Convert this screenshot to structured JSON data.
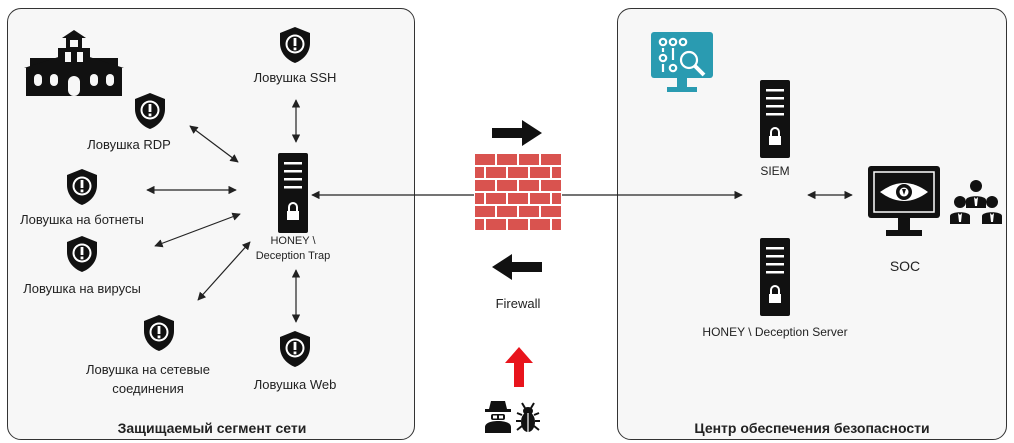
{
  "left_segment": {
    "title": "Защищаемый сегмент сети",
    "hub": {
      "label_line1": "HONEY \\",
      "label_line2": "Deception Trap"
    },
    "traps": [
      {
        "id": "ssh",
        "label": "Ловушка SSH"
      },
      {
        "id": "rdp",
        "label": "Ловушка RDP"
      },
      {
        "id": "botnet",
        "label": "Ловушка на ботнеты"
      },
      {
        "id": "virus",
        "label": "Ловушка на вирусы"
      },
      {
        "id": "network",
        "label_line1": "Ловушка на сетевые",
        "label_line2": "соединения"
      },
      {
        "id": "web",
        "label": "Ловушка Web"
      }
    ]
  },
  "firewall": {
    "label": "Firewall"
  },
  "right_segment": {
    "title": "Центр обеспечения безопасности",
    "siem": {
      "label": "SIEM"
    },
    "soc": {
      "label": "SOC"
    },
    "deception_server": {
      "label": "HONEY \\ Deception Server"
    }
  },
  "colors": {
    "attack_arrow": "#e8141c",
    "firewall_brick": "#d9534f",
    "dark": "#111111",
    "monitor_icon": "#2a9bb1",
    "panel_bg": "#f7f7f7"
  }
}
